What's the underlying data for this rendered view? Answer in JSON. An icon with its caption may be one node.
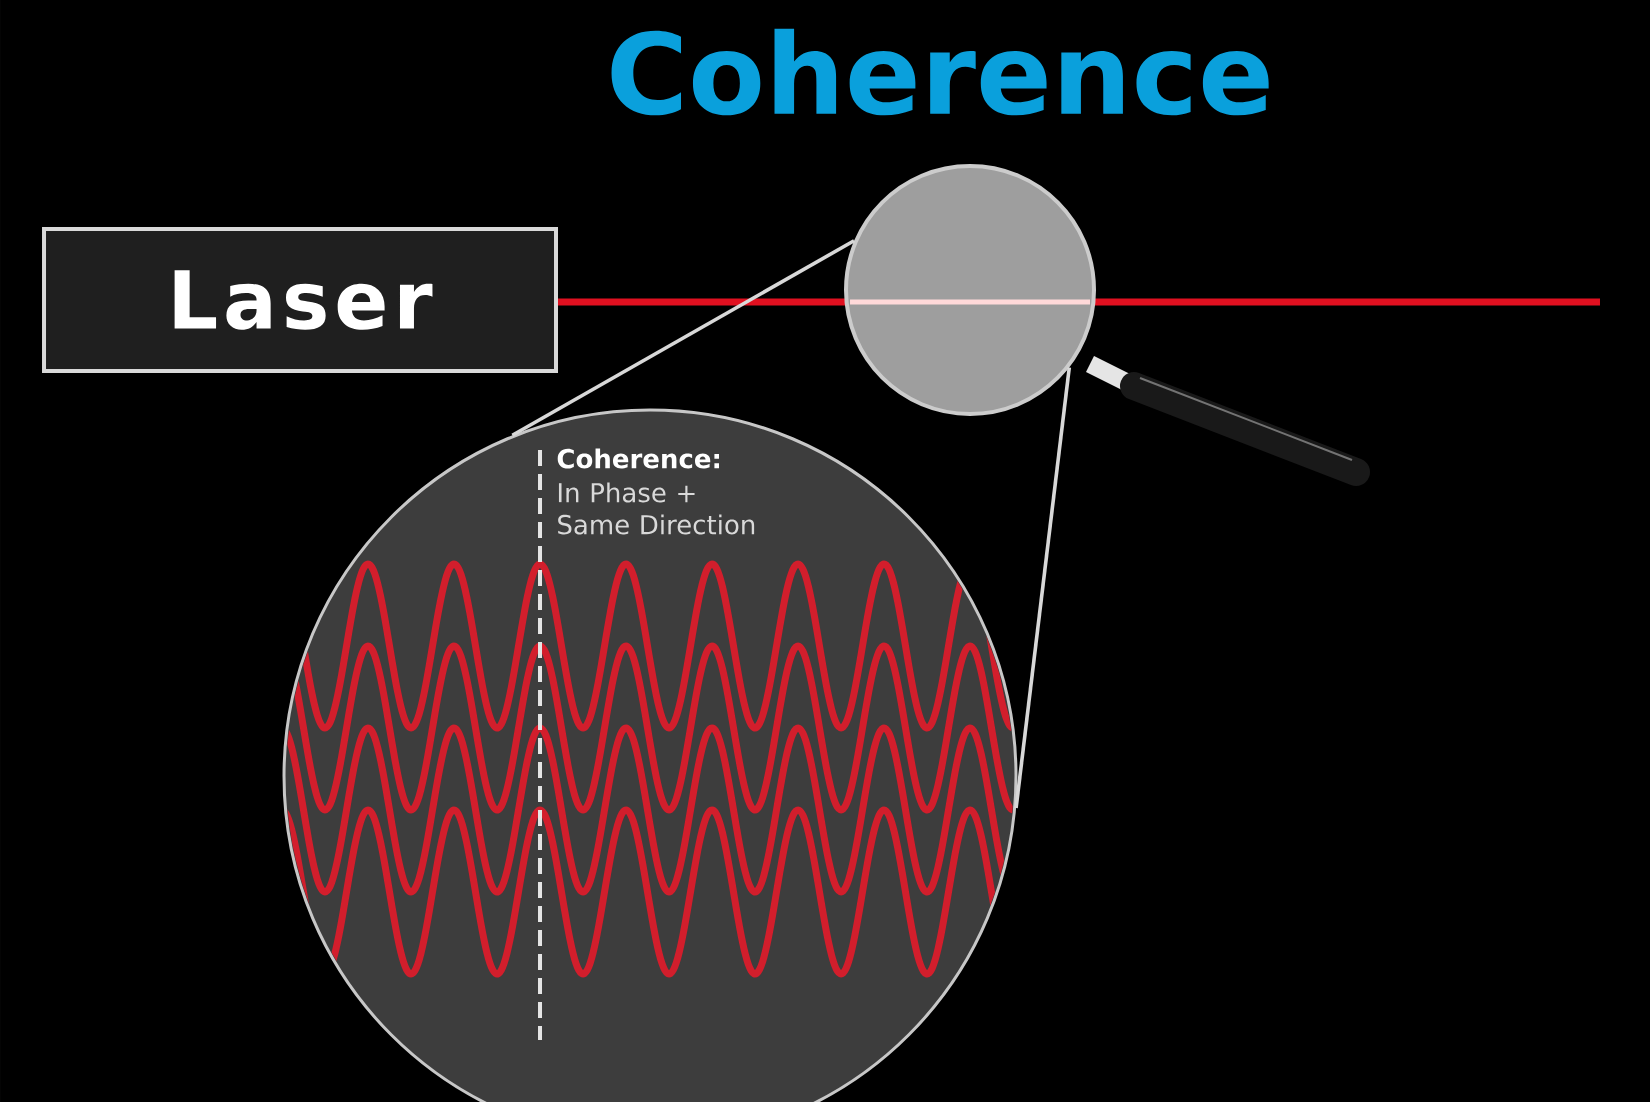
{
  "diagram": {
    "title": "Coherence",
    "nodes": [
      {
        "text": [
          "Laser"
        ]
      },
      {
        "text": [],
        "shape": "picture"
      },
      {
        "text": [
          "Coherence:",
          "In Phase + Same Direction"
        ]
      }
    ],
    "edges": [
      {
        "from": 1,
        "to": 2,
        "arrow": "none"
      },
      {
        "from": 1,
        "to": 2,
        "arrow": "none"
      }
    ]
  }
}
